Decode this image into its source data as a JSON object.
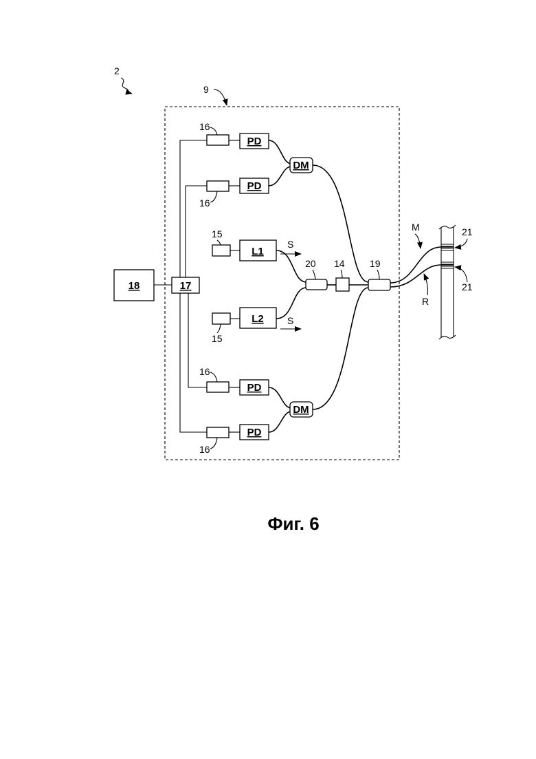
{
  "figure_caption": "Фиг. 6",
  "labels": {
    "system": "2",
    "housing": "9",
    "wavelength_filter_top": "16",
    "wavelength_filter_upper2": "16",
    "wavelength_filter_lower1": "16",
    "wavelength_filter_bottom": "16",
    "laser_driver_1": "15",
    "laser_driver_2": "15",
    "splitter": "20",
    "isolator": "14",
    "circulator": "19",
    "grating_top": "21",
    "grating_bottom": "21",
    "fiber_m": "M",
    "fiber_r": "R",
    "signal_1": "S",
    "signal_2": "S"
  },
  "boxes": {
    "pd_1": "PD",
    "pd_2": "PD",
    "pd_3": "PD",
    "pd_4": "PD",
    "dm_top": "DM",
    "dm_bottom": "DM",
    "laser_1": "L1",
    "laser_2": "L2",
    "controller": "17",
    "computer": "18"
  }
}
